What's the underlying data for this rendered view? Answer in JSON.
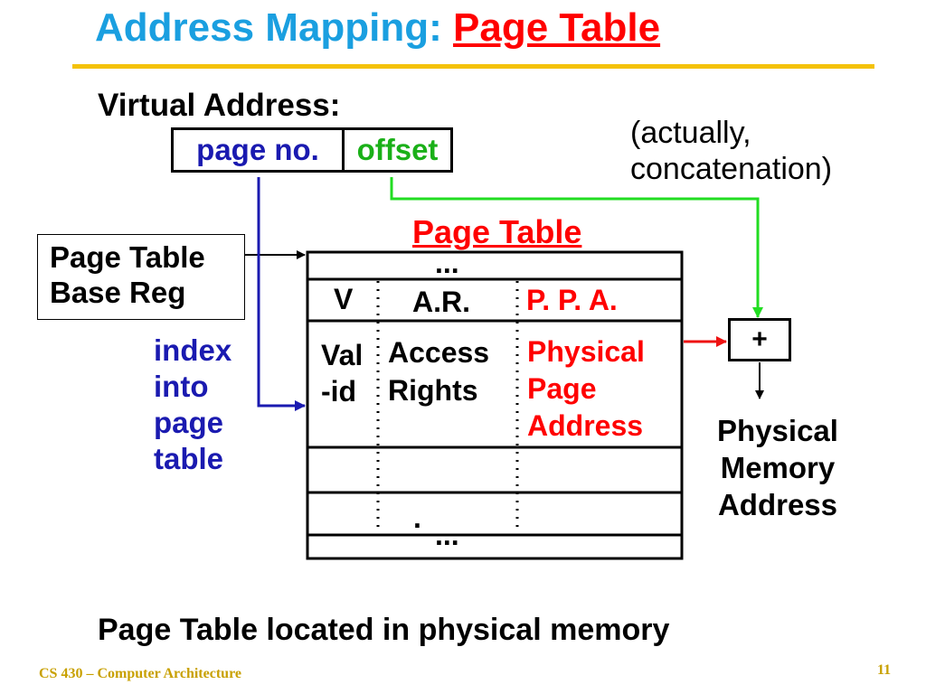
{
  "title": {
    "prefix": "Address Mapping:",
    "highlight": "Page Table"
  },
  "virtual_address": {
    "label": "Virtual Address:",
    "page_no": "page no.",
    "offset": "offset"
  },
  "note": {
    "line1": "(actually,",
    "line2": "concatenation)"
  },
  "page_table": {
    "title": "Page Table",
    "top_dots": "...",
    "headers": {
      "v": "V",
      "ar": "A.R.",
      "ppa": "P. P. A."
    },
    "entry": {
      "valid_1": "Val",
      "valid_2": "-id",
      "access_1": "Access",
      "access_2": "Rights",
      "ppa_1": "Physical",
      "ppa_2": "Page",
      "ppa_3": "Address"
    },
    "mid_dot": ".",
    "bottom_dots": "..."
  },
  "base_reg": {
    "line1": "Page Table",
    "line2": "Base Reg"
  },
  "index_label": {
    "line1": "index",
    "line2": "into",
    "line3": "page",
    "line4": "table"
  },
  "adder": "+",
  "physical_memory_address": {
    "line1": "Physical",
    "line2": "Memory",
    "line3": "Address"
  },
  "footer_note": "Page Table  located in physical memory",
  "course": "CS 430 – Computer Architecture",
  "slide_number": "11",
  "colors": {
    "title": "#1a9fe0",
    "highlight": "#ff0000",
    "page_no": "#1a1ab0",
    "offset": "#1ab018",
    "rule": "#f4c20a",
    "footer": "#c8a000"
  }
}
